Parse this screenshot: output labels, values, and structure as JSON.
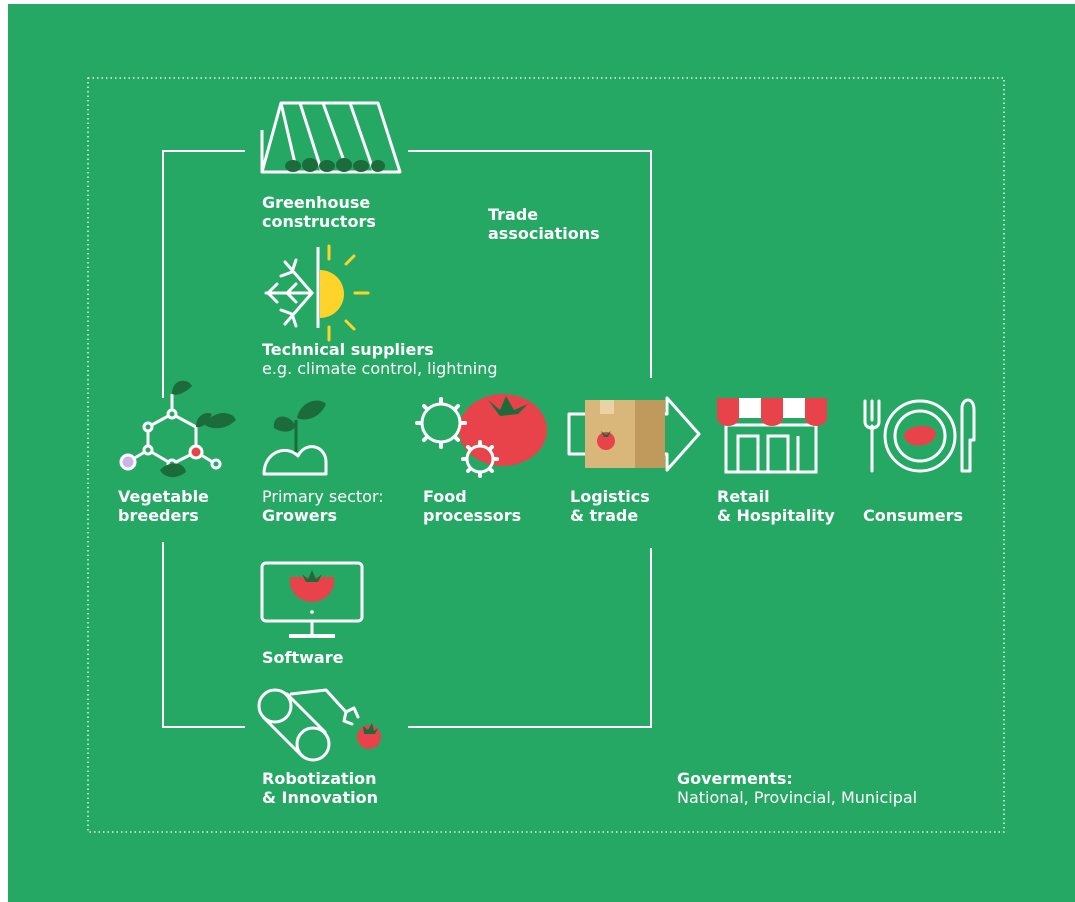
{
  "actors": {
    "greenhouse": {
      "line1": "Greenhouse",
      "line2": "constructors"
    },
    "trade": {
      "line1": "Trade",
      "line2": "associations"
    },
    "technical": {
      "title": "Technical suppliers",
      "note": "e.g. climate control, lightning"
    },
    "breeders": {
      "line1": "Vegetable",
      "line2": "breeders"
    },
    "primary": {
      "prefix": "Primary sector:",
      "name": "Growers"
    },
    "food": {
      "line1": "Food",
      "line2": "processors"
    },
    "logistics": {
      "line1": "Logistics",
      "line2": "& trade"
    },
    "retail": {
      "line1": "Retail",
      "line2": "& Hospitality"
    },
    "consumers": {
      "name": "Consumers"
    },
    "software": {
      "name": "Software"
    },
    "robotization": {
      "line1": "Robotization",
      "line2": "& Innovation"
    },
    "governments": {
      "title": "Goverments:",
      "levels": "National, Provincial, Municipal"
    }
  },
  "colors": {
    "background": "#26a865",
    "line": "#ffffff",
    "leaf": "#1c6b3b",
    "tomato": "#e8434b",
    "sun": "#ffd42a",
    "box": "#d9b77a",
    "awning": "#e8434b",
    "node_purple": "#c9b6e4"
  },
  "icons": [
    "greenhouse-icon",
    "sun-snowflake-icon",
    "molecule-leaf-icon",
    "sprout-icon",
    "gears-tomato-icon",
    "box-arrow-icon",
    "store-icon",
    "plate-cutlery-icon",
    "monitor-tomato-icon",
    "robot-arm-icon"
  ]
}
